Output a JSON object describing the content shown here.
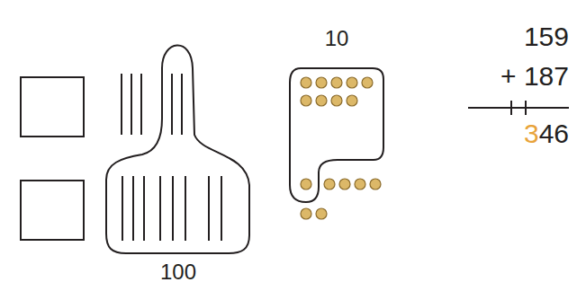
{
  "diagram": {
    "nodes": [
      {
        "text": [
          "100"
        ]
      },
      {
        "text": [
          "10"
        ]
      }
    ],
    "labels": [
      "159",
      "+ 187",
      "346"
    ]
  }
}
